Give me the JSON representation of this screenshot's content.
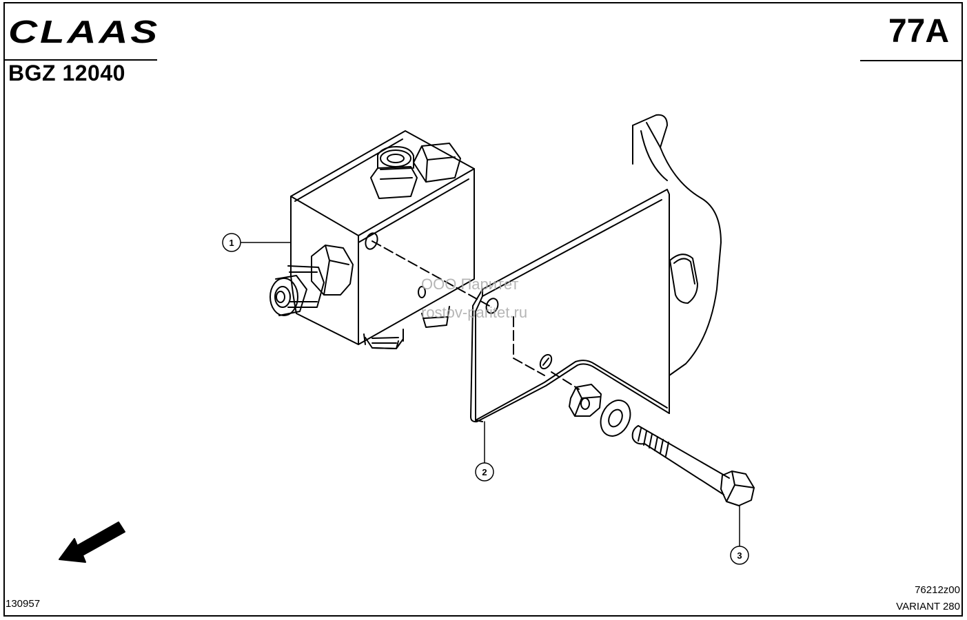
{
  "header": {
    "brand": "CLAAS",
    "page_code": "BGZ 12040",
    "page_number": "77A"
  },
  "watermark": {
    "company": "ООО Паритет",
    "site": "rostov-paritet.ru"
  },
  "footer": {
    "doc_number": "130957",
    "drawing_code": "76212z00",
    "variant": "VARIANT 280"
  },
  "callouts": [
    "1",
    "2",
    "3"
  ],
  "icons": [
    "claas-logo",
    "direction-arrow-icon",
    "valve-block",
    "mounting-bracket",
    "hex-nut",
    "washer",
    "hex-bolt"
  ]
}
